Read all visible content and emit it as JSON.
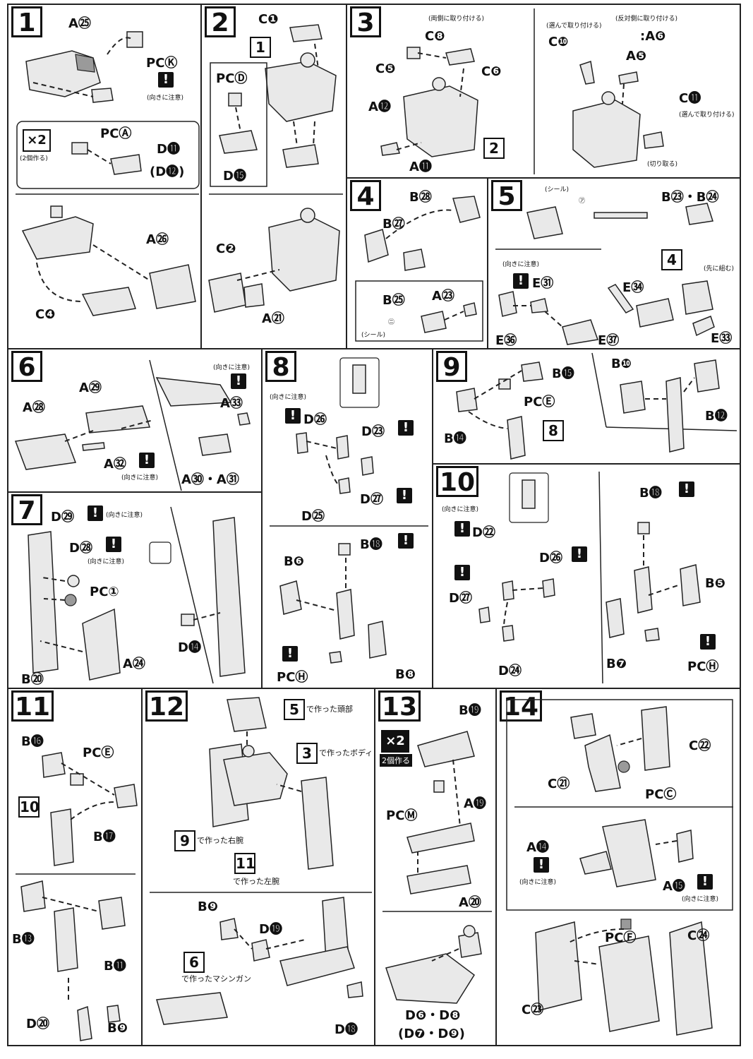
{
  "steps": {
    "s1": {
      "num": "1",
      "labels": {
        "a25": "A㉕",
        "pck": "PCⓀ",
        "pca": "PCⒶ",
        "d11": "D⓫",
        "d12": "(D⓬)",
        "a26": "A㉖",
        "c4": "C❹"
      },
      "x2": "×2",
      "x2note": "(2個作る)",
      "caution": "(向きに注意)"
    },
    "s2": {
      "num": "2",
      "labels": {
        "c1": "C❶",
        "pcd": "PCⒹ",
        "d15": "D⓯",
        "c2": "C❷",
        "a21": "A㉑"
      },
      "ref": "1"
    },
    "s3": {
      "num": "3",
      "labels": {
        "c8": "C❽",
        "c5": "C❺",
        "c6": "C❻",
        "a12": "A⓬",
        "a11": "A⓫",
        "c10": "C❿",
        "a6": ":A❻",
        "a5": "A❺",
        "c11": "C⓫"
      },
      "ref": "2",
      "notes": {
        "both": "(両側に取り付ける)",
        "opp": "(反対側に取り付ける)",
        "choose": "(選んで取り付ける)",
        "choose2": "(選んで取り付ける)",
        "cut": "(切り取る)"
      }
    },
    "s4": {
      "num": "4",
      "labels": {
        "b28": "B㉘",
        "b27": "B㉗",
        "b25": "B㉕",
        "a23": "A㉓"
      },
      "seal": "(シール)",
      "sealmark": "㊁"
    },
    "s5": {
      "num": "5",
      "labels": {
        "b23b24": "B㉓・B㉔",
        "e31": "E㉛",
        "e34": "E㉞",
        "e36": "E㊱",
        "e37": "E㊲",
        "e33": "E㉝"
      },
      "ref": "4",
      "seal": "(シール)",
      "sealmark": "㋐",
      "caution": "(向きに注意)",
      "first": "(先に組む)"
    },
    "s6": {
      "num": "6",
      "labels": {
        "a29": "A㉙",
        "a28": "A㉘",
        "a32": "A㉜",
        "a33": "A㉝",
        "a30a31": "A㉚・A㉛"
      },
      "caution1": "(向きに注意)",
      "caution2": "(向きに注意)"
    },
    "s7": {
      "num": "7",
      "labels": {
        "d29": "D㉙",
        "d28": "D㉘",
        "pci": "PC①",
        "a24": "A㉔",
        "b20": "B⑳",
        "d14": "D⓮"
      },
      "caution1": "(向きに注意)",
      "caution2": "(向きに注意)"
    },
    "s8": {
      "num": "8",
      "labels": {
        "d26": "D㉖",
        "d23": "D㉓",
        "d27": "D㉗",
        "d25": "D㉕",
        "b18": "B⓲",
        "b6": "B❻",
        "pch": "PCⒽ",
        "b8": "B❽"
      },
      "caution": "(向きに注意)"
    },
    "s9": {
      "num": "9",
      "labels": {
        "b15": "B⓯",
        "pce": "PCⒺ",
        "b14": "B⓮",
        "b10": "B❿",
        "b12": "B⓬"
      },
      "ref": "8"
    },
    "s10": {
      "num": "10",
      "labels": {
        "d22": "D㉒",
        "d26": "D㉖",
        "d27": "D㉗",
        "d24": "D㉔",
        "b18": "B⓲",
        "b5": "B❺",
        "b7": "B❼",
        "pch": "PCⒽ"
      },
      "caution": "(向きに注意)"
    },
    "s11": {
      "num": "11",
      "labels": {
        "b16": "B⓰",
        "pce": "PCⒺ",
        "b17": "B⓱",
        "b13": "B⓭",
        "b11": "B⓫",
        "d20": "D⑳",
        "b9": "B❾"
      },
      "ref": "10"
    },
    "s12": {
      "num": "12",
      "labels": {
        "b9": "B❾",
        "d19": "D⓳",
        "d18": "D⓲"
      },
      "refs": {
        "r5": "5",
        "r3": "3",
        "r9": "9",
        "r11": "11",
        "r6": "6"
      },
      "captions": {
        "head": "で作った頭部",
        "body": "で作ったボディ",
        "rarm": "で作った右腕",
        "larm": "で作った左腕",
        "gun": "で作ったマシンガン"
      }
    },
    "s13": {
      "num": "13",
      "labels": {
        "b19": "B⓳",
        "pcm": "PCⓂ",
        "a19": "A⓳",
        "a20": "A⑳",
        "d6d8": "D❻・D❽",
        "d7d9": "(D❼・D❾)"
      },
      "x2": "×2",
      "x2note": "2個作る"
    },
    "s14": {
      "num": "14",
      "labels": {
        "c22": "C㉒",
        "c21": "C㉑",
        "pcc": "PCⒸ",
        "a14": "A⓮",
        "a15": "A⓯",
        "pcf": "PCⒻ",
        "c24": "C㉔",
        "c23": "C㉓"
      },
      "caution1": "(向きに注意)",
      "caution2": "(向きに注意)"
    }
  },
  "warn_glyph": "!"
}
